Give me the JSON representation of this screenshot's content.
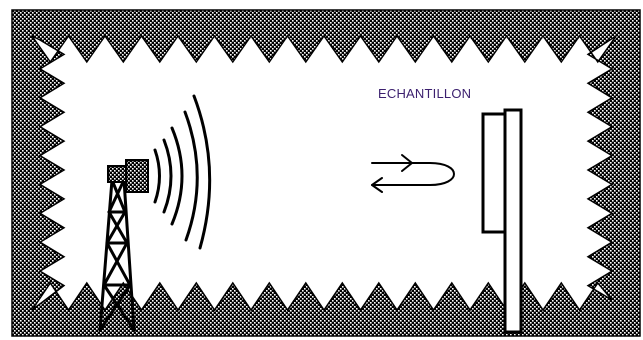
{
  "diagram": {
    "sample_label": "ECHANTILLON",
    "colors": {
      "ink": "#000000",
      "background": "#ffffff",
      "label": "#3b1f6e"
    },
    "parts": {
      "chamber": "anechoic-chamber-with-absorber-cones",
      "source": "antenna-on-lattice-tower",
      "waves": "emitted-wave-arcs",
      "path": "round-trip-arrow",
      "sample": "sample-panel-on-stand"
    }
  }
}
